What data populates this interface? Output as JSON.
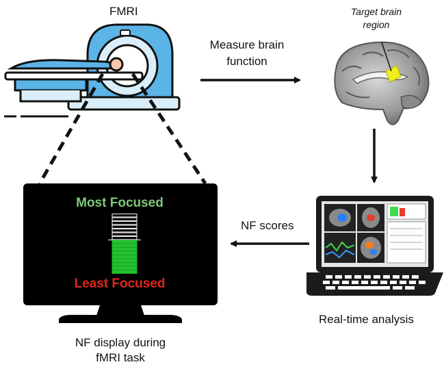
{
  "labels": {
    "scanner": "FMRI",
    "measure_line1": "Measure brain",
    "measure_line2": "function",
    "target_line1": "Target brain",
    "target_line2": "region",
    "nf_scores": "NF scores",
    "realtime": "Real-time analysis",
    "display_line1": "NF display during",
    "display_line2": "fMRI task"
  },
  "nf_display": {
    "top_label": "Most Focused",
    "bottom_label": "Least Focused",
    "top_color": "#7fc97a",
    "bottom_color": "#e0261b",
    "bar_color": "#22c22c",
    "bar_segments_total": 16,
    "bar_segments_filled": 9
  },
  "colors": {
    "scanner_blue": "#5bb4e6",
    "target_region": "#f2ee1c"
  }
}
